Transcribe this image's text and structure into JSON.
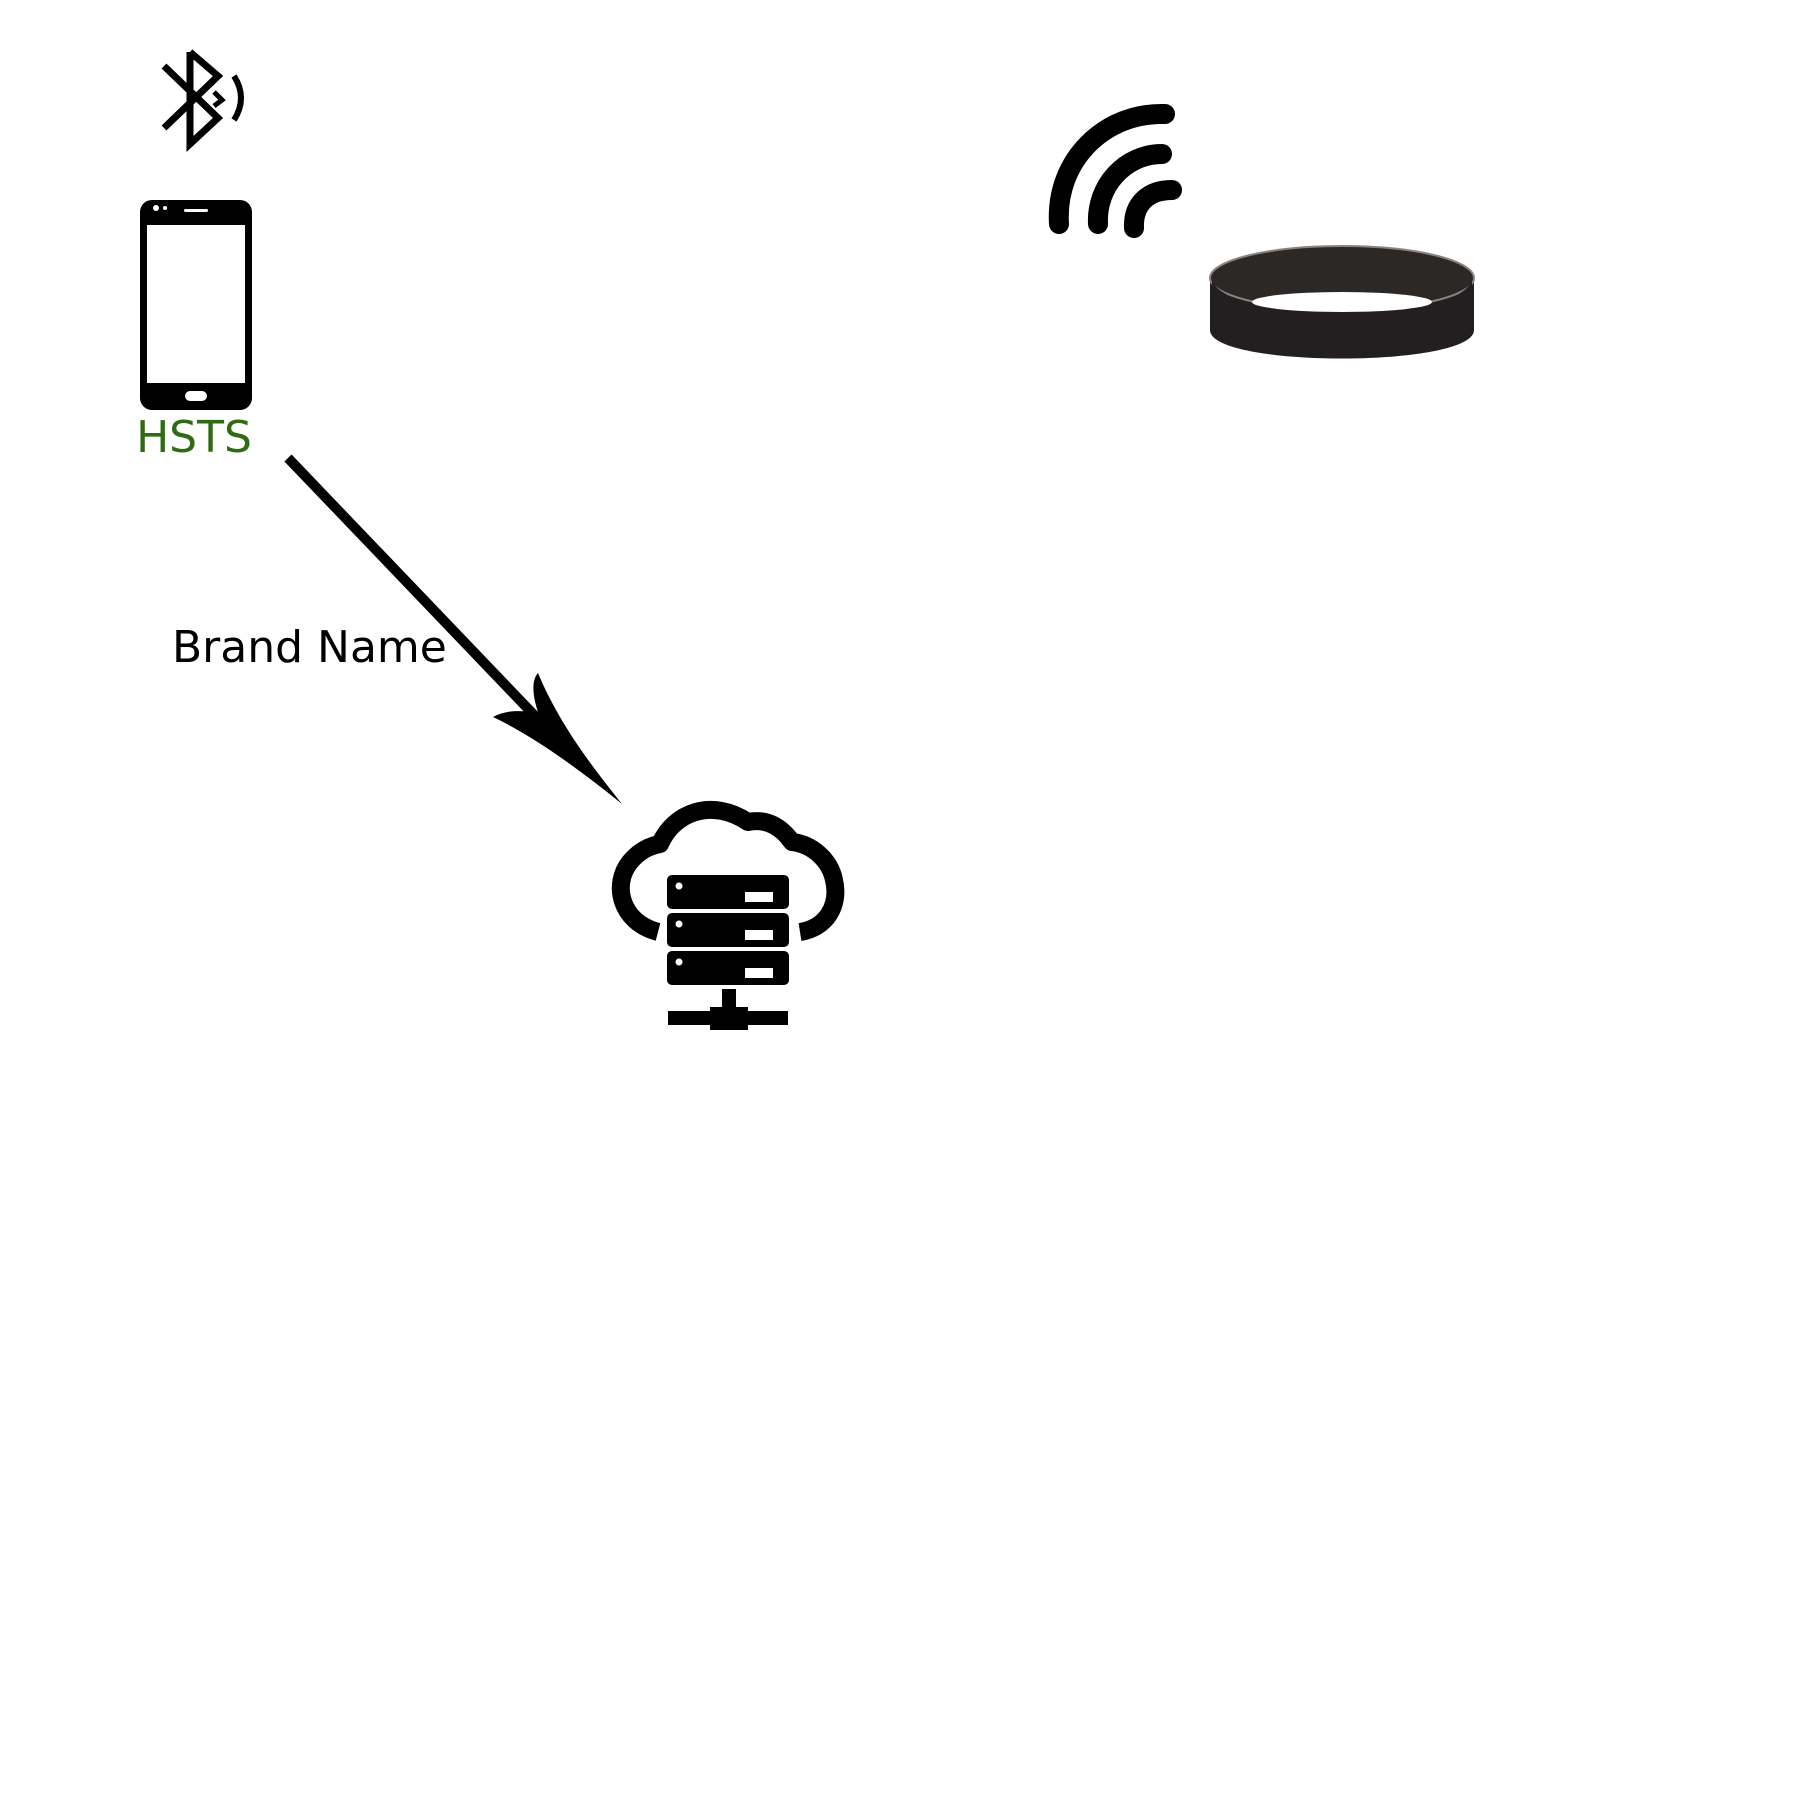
{
  "diagram": {
    "phone": {
      "label": "HSTS",
      "label_color": "#2e6b12",
      "icon": "smartphone-icon"
    },
    "bluetooth": {
      "icon": "bluetooth-icon"
    },
    "wifi": {
      "icon": "wireless-signal-icon"
    },
    "wristband": {
      "icon": "wristband-icon",
      "color": "#231f20"
    },
    "cloud_server": {
      "icon": "cloud-server-icon"
    },
    "connection": {
      "label": "Brand Name",
      "from": "phone",
      "to": "cloud_server"
    }
  }
}
